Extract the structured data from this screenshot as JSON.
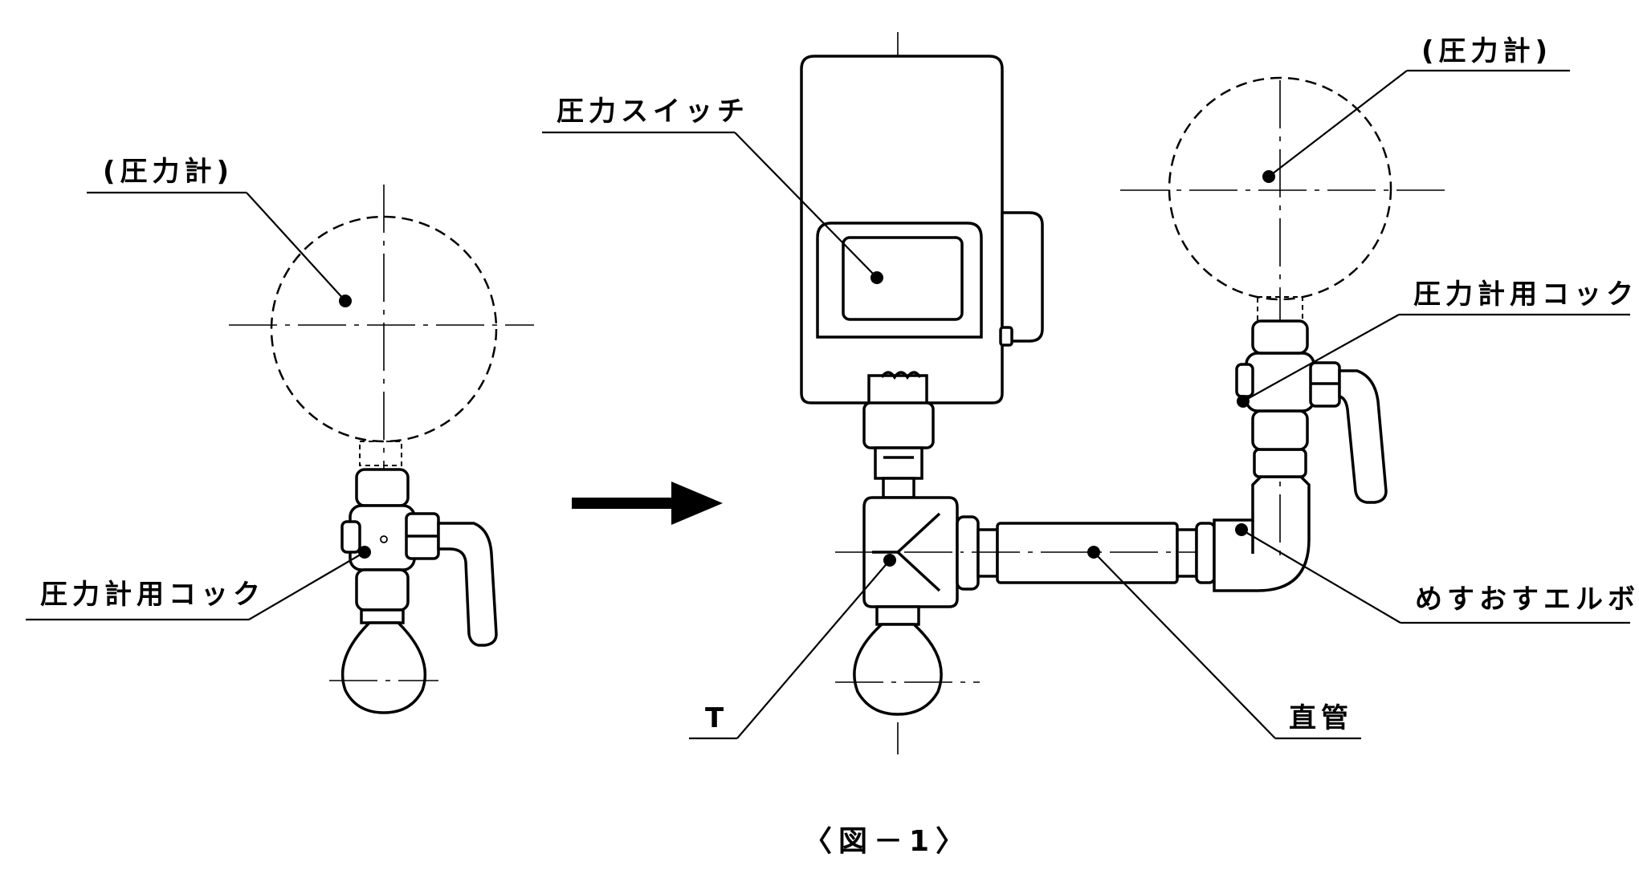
{
  "labels": {
    "left_gauge": "(圧力計)",
    "left_cock": "圧力計用コック",
    "pressure_switch": "圧力スイッチ",
    "right_gauge": "(圧力計)",
    "right_cock": "圧力計用コック",
    "elbow": "めすおすエルボ",
    "straight_pipe": "直管",
    "tee": "T"
  },
  "caption": "〈図－1〉"
}
